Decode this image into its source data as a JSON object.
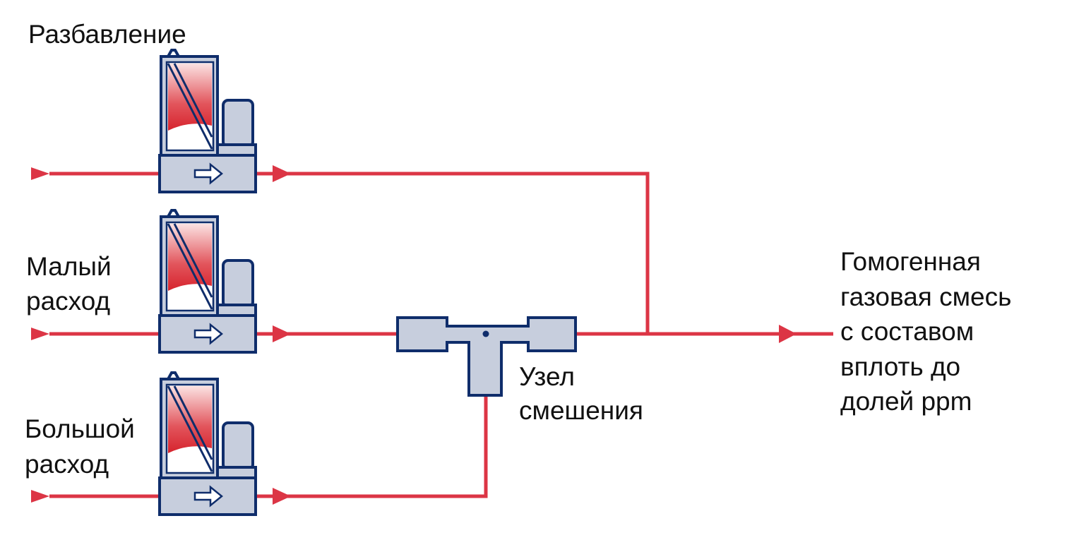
{
  "labels": {
    "dilution": "Разбавление",
    "low_flow": [
      "Малый",
      "расход"
    ],
    "high_flow": [
      "Большой",
      "расход"
    ],
    "mixing_node": [
      "Узел",
      "смешения"
    ],
    "output": [
      "Гомогенная",
      "газовая смесь",
      "с составом",
      "вплоть до",
      "долей ppm"
    ]
  },
  "colors": {
    "line": "#dc3545",
    "outline": "#0f2d6b",
    "body": "#c7cedd",
    "gradient_top": "#fbe2e2",
    "gradient_bottom": "#d6232d"
  },
  "icons": {
    "controller": "mass-flow-controller-icon",
    "flow_arrow": "flow-direction-arrow-icon",
    "mixer": "mixing-tee-icon"
  }
}
